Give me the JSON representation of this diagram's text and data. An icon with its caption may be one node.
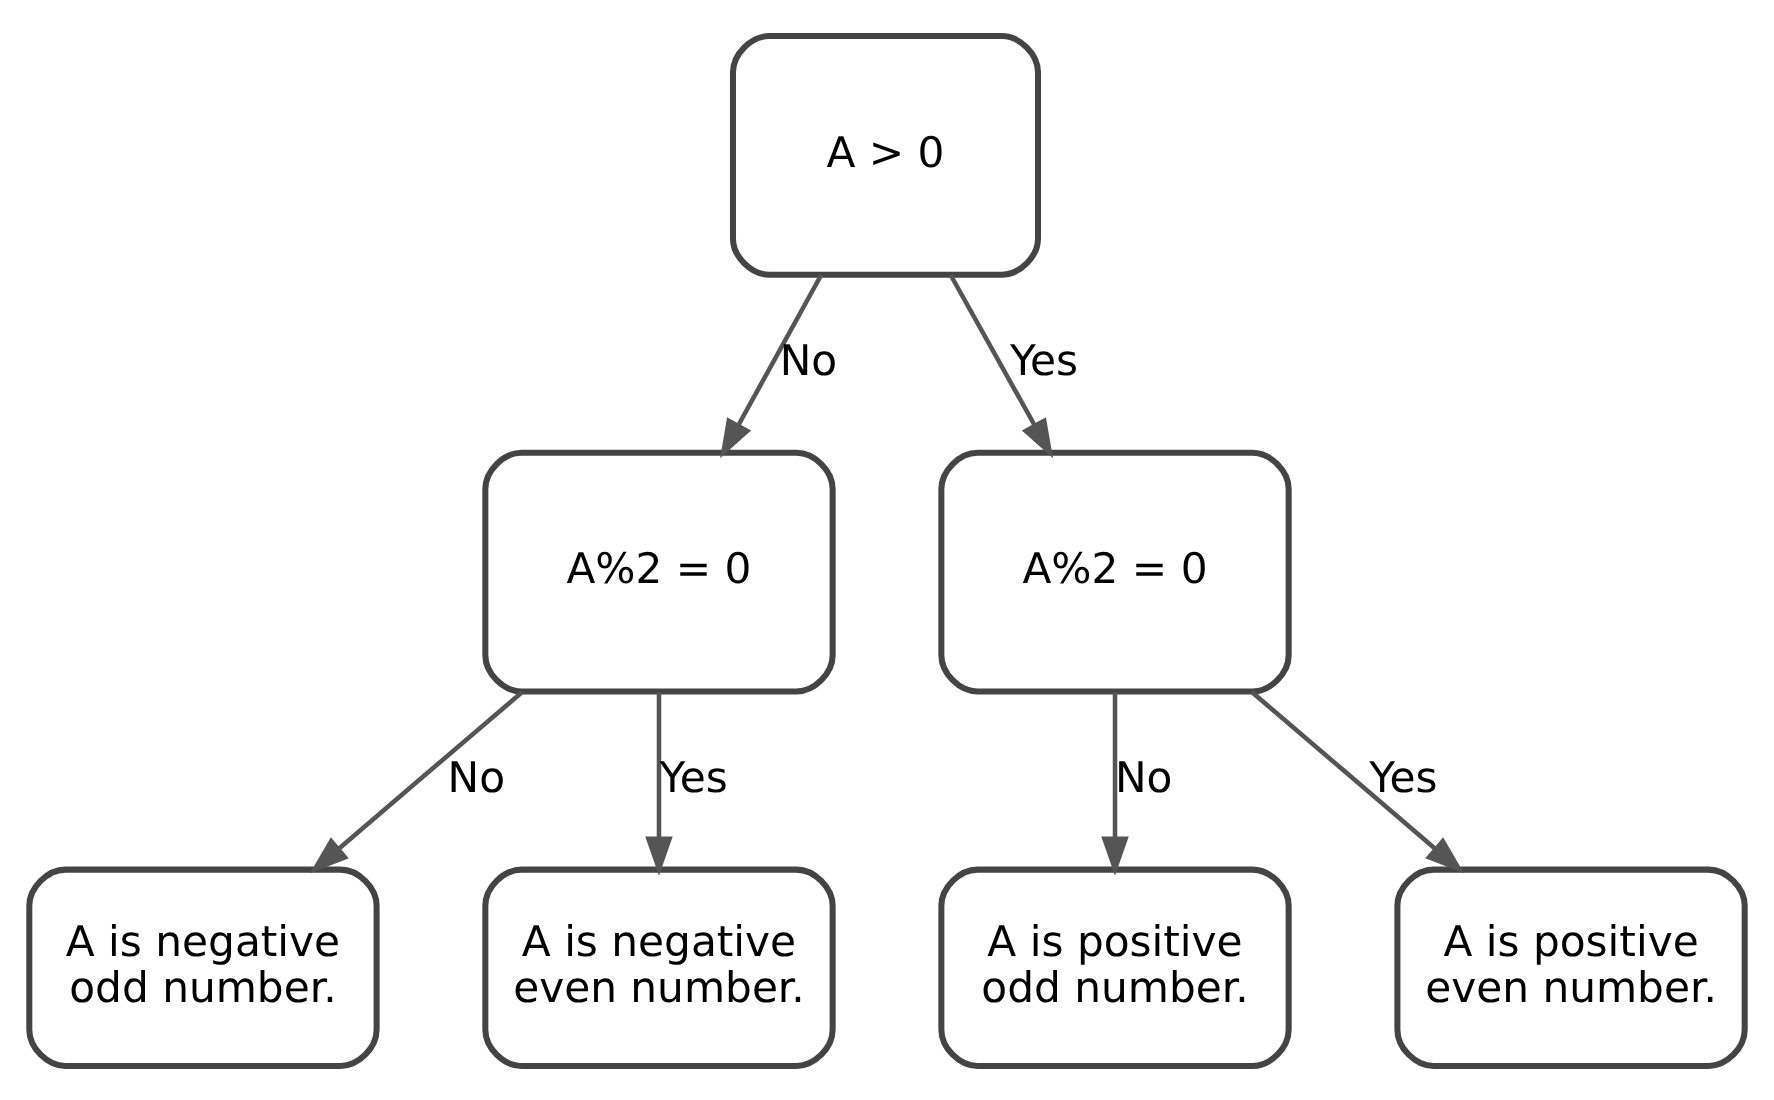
{
  "diagram": {
    "nodes": [
      {
        "text": [
          "A > 0"
        ]
      },
      {
        "text": [
          "A%2 = 0"
        ]
      },
      {
        "text": [
          "A%2 = 0"
        ]
      },
      {
        "text": [
          "A is negative odd number."
        ]
      },
      {
        "text": [
          "A is negative even number."
        ]
      },
      {
        "text": [
          "A is positive odd number."
        ]
      },
      {
        "text": [
          "A is positive even number."
        ]
      }
    ],
    "edges": [
      {
        "from": 0,
        "to": 1,
        "arrow": "to",
        "label": "No"
      },
      {
        "from": 0,
        "to": 2,
        "arrow": "to",
        "label": "Yes"
      },
      {
        "from": 1,
        "to": 3,
        "arrow": "to",
        "label": "No"
      },
      {
        "from": 1,
        "to": 4,
        "arrow": "to",
        "label": "Yes"
      },
      {
        "from": 2,
        "to": 5,
        "arrow": "to",
        "label": "No"
      },
      {
        "from": 2,
        "to": 6,
        "arrow": "to",
        "label": "Yes"
      }
    ]
  }
}
